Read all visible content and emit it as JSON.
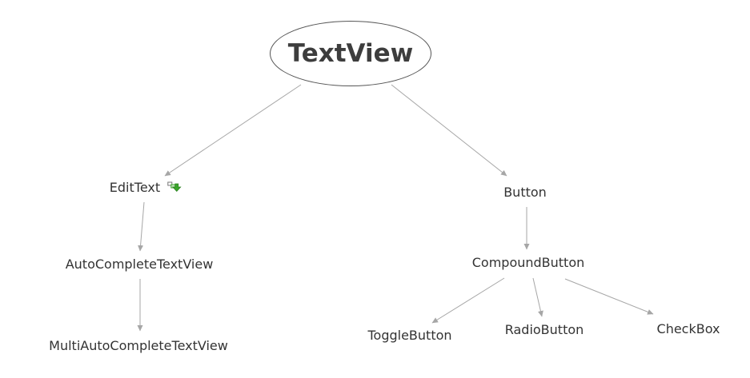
{
  "diagram": {
    "root": {
      "label": "TextView"
    },
    "nodes": {
      "edittext": "EditText",
      "button": "Button",
      "autocomplete": "AutoCompleteTextView",
      "compoundbutton": "CompoundButton",
      "multiautocomplete": "MultiAutoCompleteTextView",
      "togglebutton": "ToggleButton",
      "radiobutton": "RadioButton",
      "checkbox": "CheckBox"
    },
    "edges": [
      {
        "from": "TextView",
        "to": "EditText"
      },
      {
        "from": "TextView",
        "to": "Button"
      },
      {
        "from": "EditText",
        "to": "AutoCompleteTextView"
      },
      {
        "from": "AutoCompleteTextView",
        "to": "MultiAutoCompleteTextView"
      },
      {
        "from": "Button",
        "to": "CompoundButton"
      },
      {
        "from": "CompoundButton",
        "to": "ToggleButton"
      },
      {
        "from": "CompoundButton",
        "to": "RadioButton"
      },
      {
        "from": "CompoundButton",
        "to": "CheckBox"
      }
    ],
    "colors": {
      "edge": "#a6a6a6",
      "text": "#333333",
      "icon_green": "#3aa52a"
    },
    "icons": {
      "edittext_badge": "edit-notation-icon"
    }
  }
}
